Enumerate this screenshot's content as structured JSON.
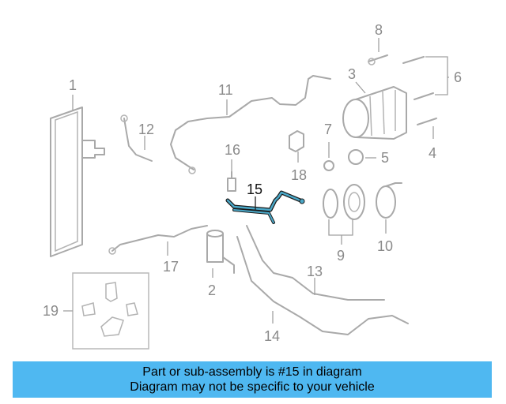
{
  "callouts": {
    "c1": "1",
    "c3": "3",
    "c4": "4",
    "c5": "5",
    "c6": "6",
    "c7": "7",
    "c8": "8",
    "c9": "9",
    "c10": "10",
    "c11": "11",
    "c12": "12",
    "c13": "13",
    "c14": "14",
    "c15": "15",
    "c16": "16",
    "c17": "17",
    "c18": "18",
    "c19": "19",
    "c2": "2"
  },
  "highlighted_part": "15",
  "colors": {
    "banner": "#4fb8f1",
    "highlight_part": "#4aa8c8",
    "part_lines": "#a9a9a9"
  },
  "banner": {
    "line1": "Part or sub-assembly is #15 in diagram",
    "line2": "Diagram may not be specific to your vehicle"
  }
}
